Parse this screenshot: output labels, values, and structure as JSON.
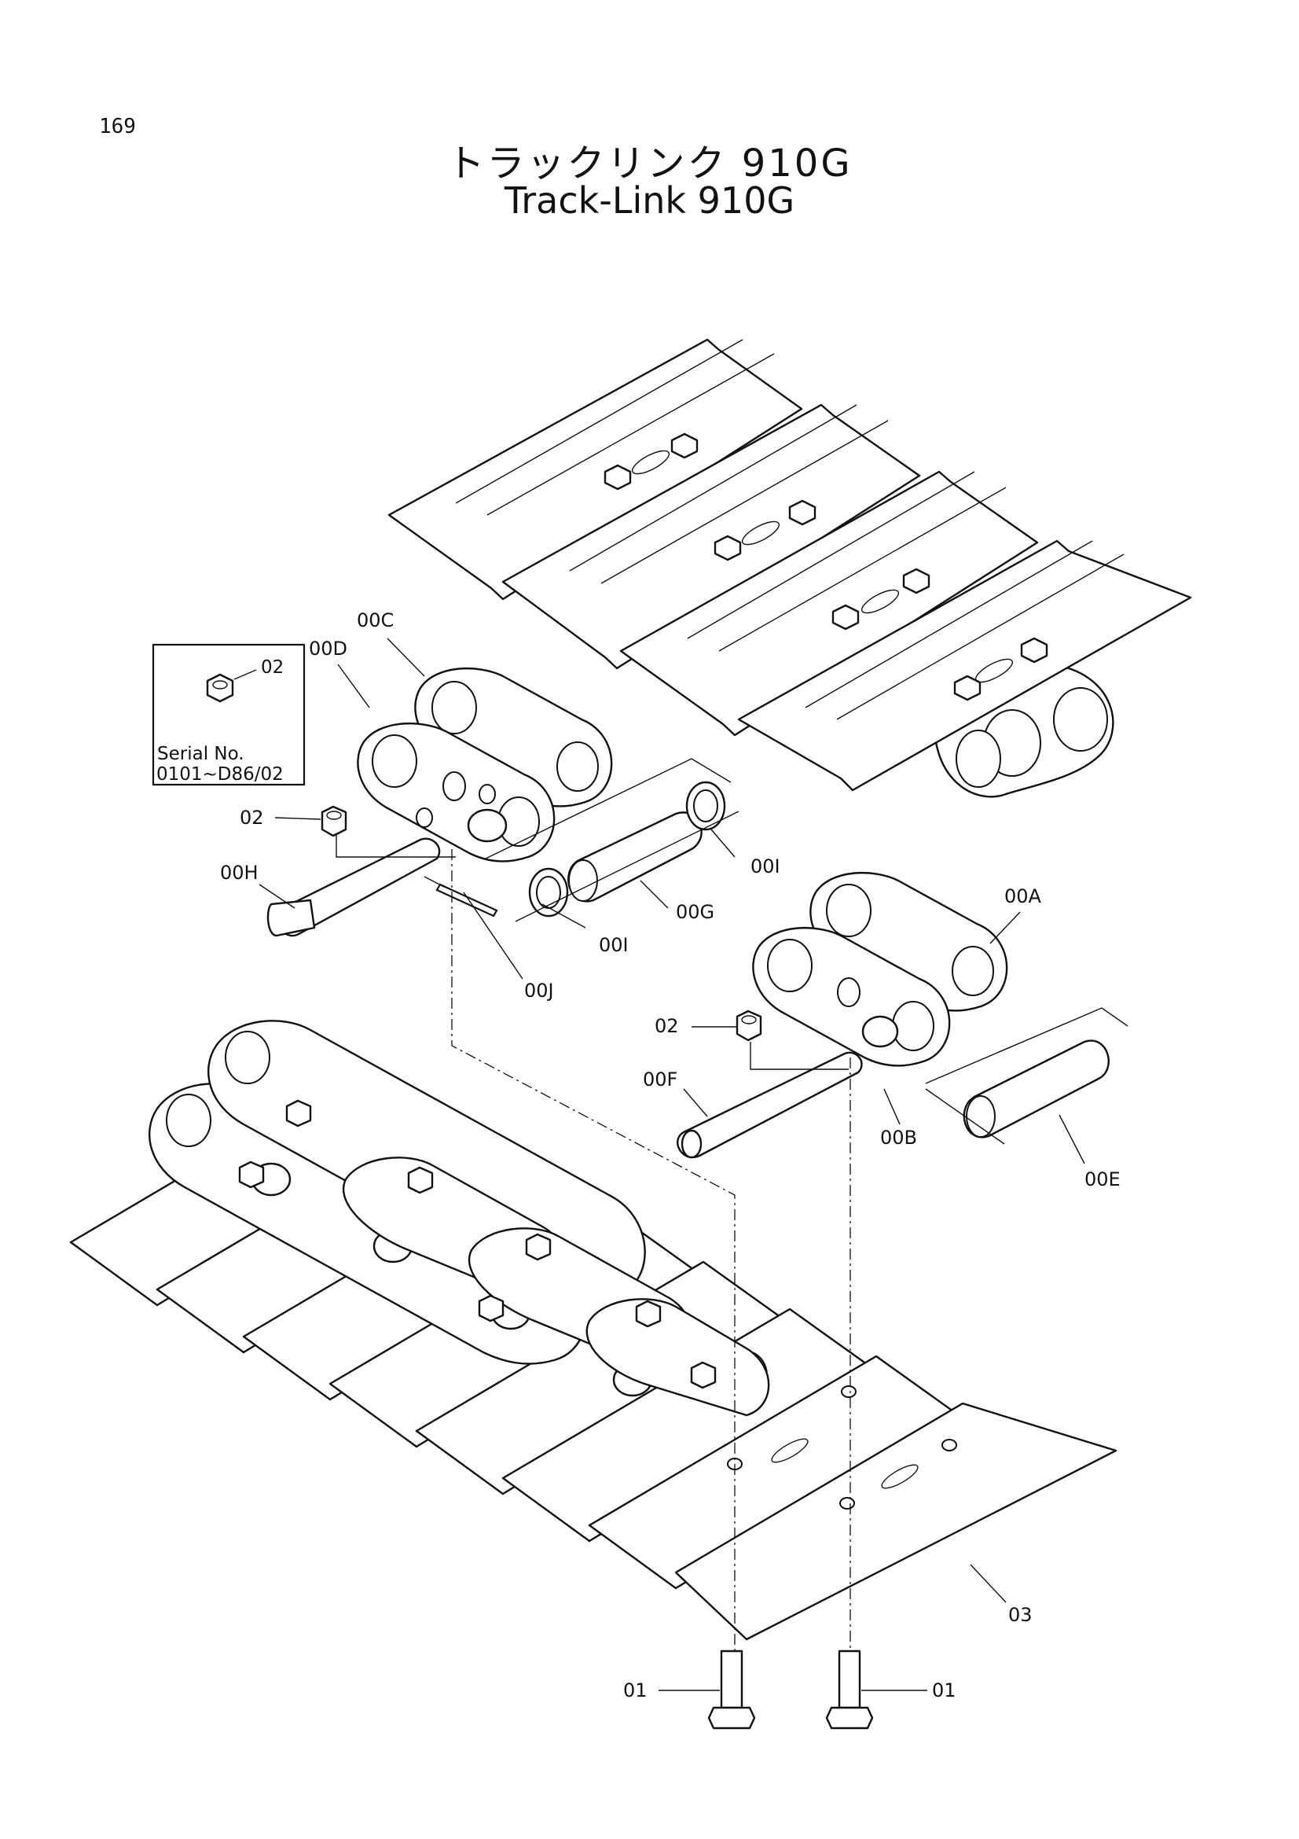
{
  "page": {
    "number": "169"
  },
  "title": {
    "japanese": "トラックリンク 910G",
    "english": "Track-Link 910G"
  },
  "inset": {
    "part": "02",
    "serial_label": "Serial No.",
    "serial_range": "0101~D86/02"
  },
  "callouts": {
    "c00A": "00A",
    "c00B": "00B",
    "c00C": "00C",
    "c00D": "00D",
    "c00E": "00E",
    "c00F": "00F",
    "c00G": "00G",
    "c00H": "00H",
    "c00I_1": "00I",
    "c00I_2": "00I",
    "c00J": "00J",
    "c01_1": "01",
    "c01_2": "01",
    "c02_1": "02",
    "c02_2": "02",
    "c03": "03"
  }
}
